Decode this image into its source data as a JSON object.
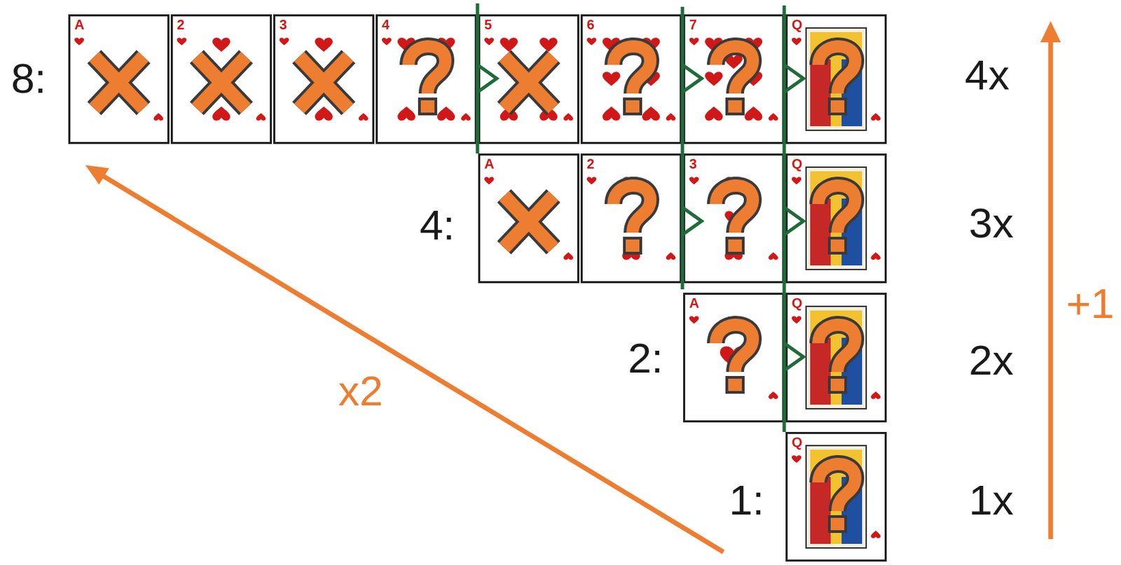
{
  "diagram": {
    "nodes": [
      {
        "text": [
          "A"
        ]
      },
      {
        "text": [
          "2"
        ]
      },
      {
        "text": [
          "3"
        ]
      },
      {
        "text": [
          "4"
        ]
      },
      {
        "text": [
          "5"
        ]
      },
      {
        "text": [
          "6"
        ]
      },
      {
        "text": [
          "7"
        ]
      },
      {
        "text": [
          "Q"
        ]
      },
      {
        "text": [
          "A"
        ]
      },
      {
        "text": [
          "2"
        ]
      },
      {
        "text": [
          "3"
        ]
      },
      {
        "text": [
          "Q"
        ]
      },
      {
        "text": [
          "A"
        ]
      },
      {
        "text": [
          "Q"
        ]
      },
      {
        "text": [
          "Q"
        ]
      }
    ],
    "labels": [
      "8:",
      "4:",
      "2:",
      "1:",
      "4x",
      "3x",
      "2x",
      "1x",
      "+1",
      "x2"
    ]
  }
}
